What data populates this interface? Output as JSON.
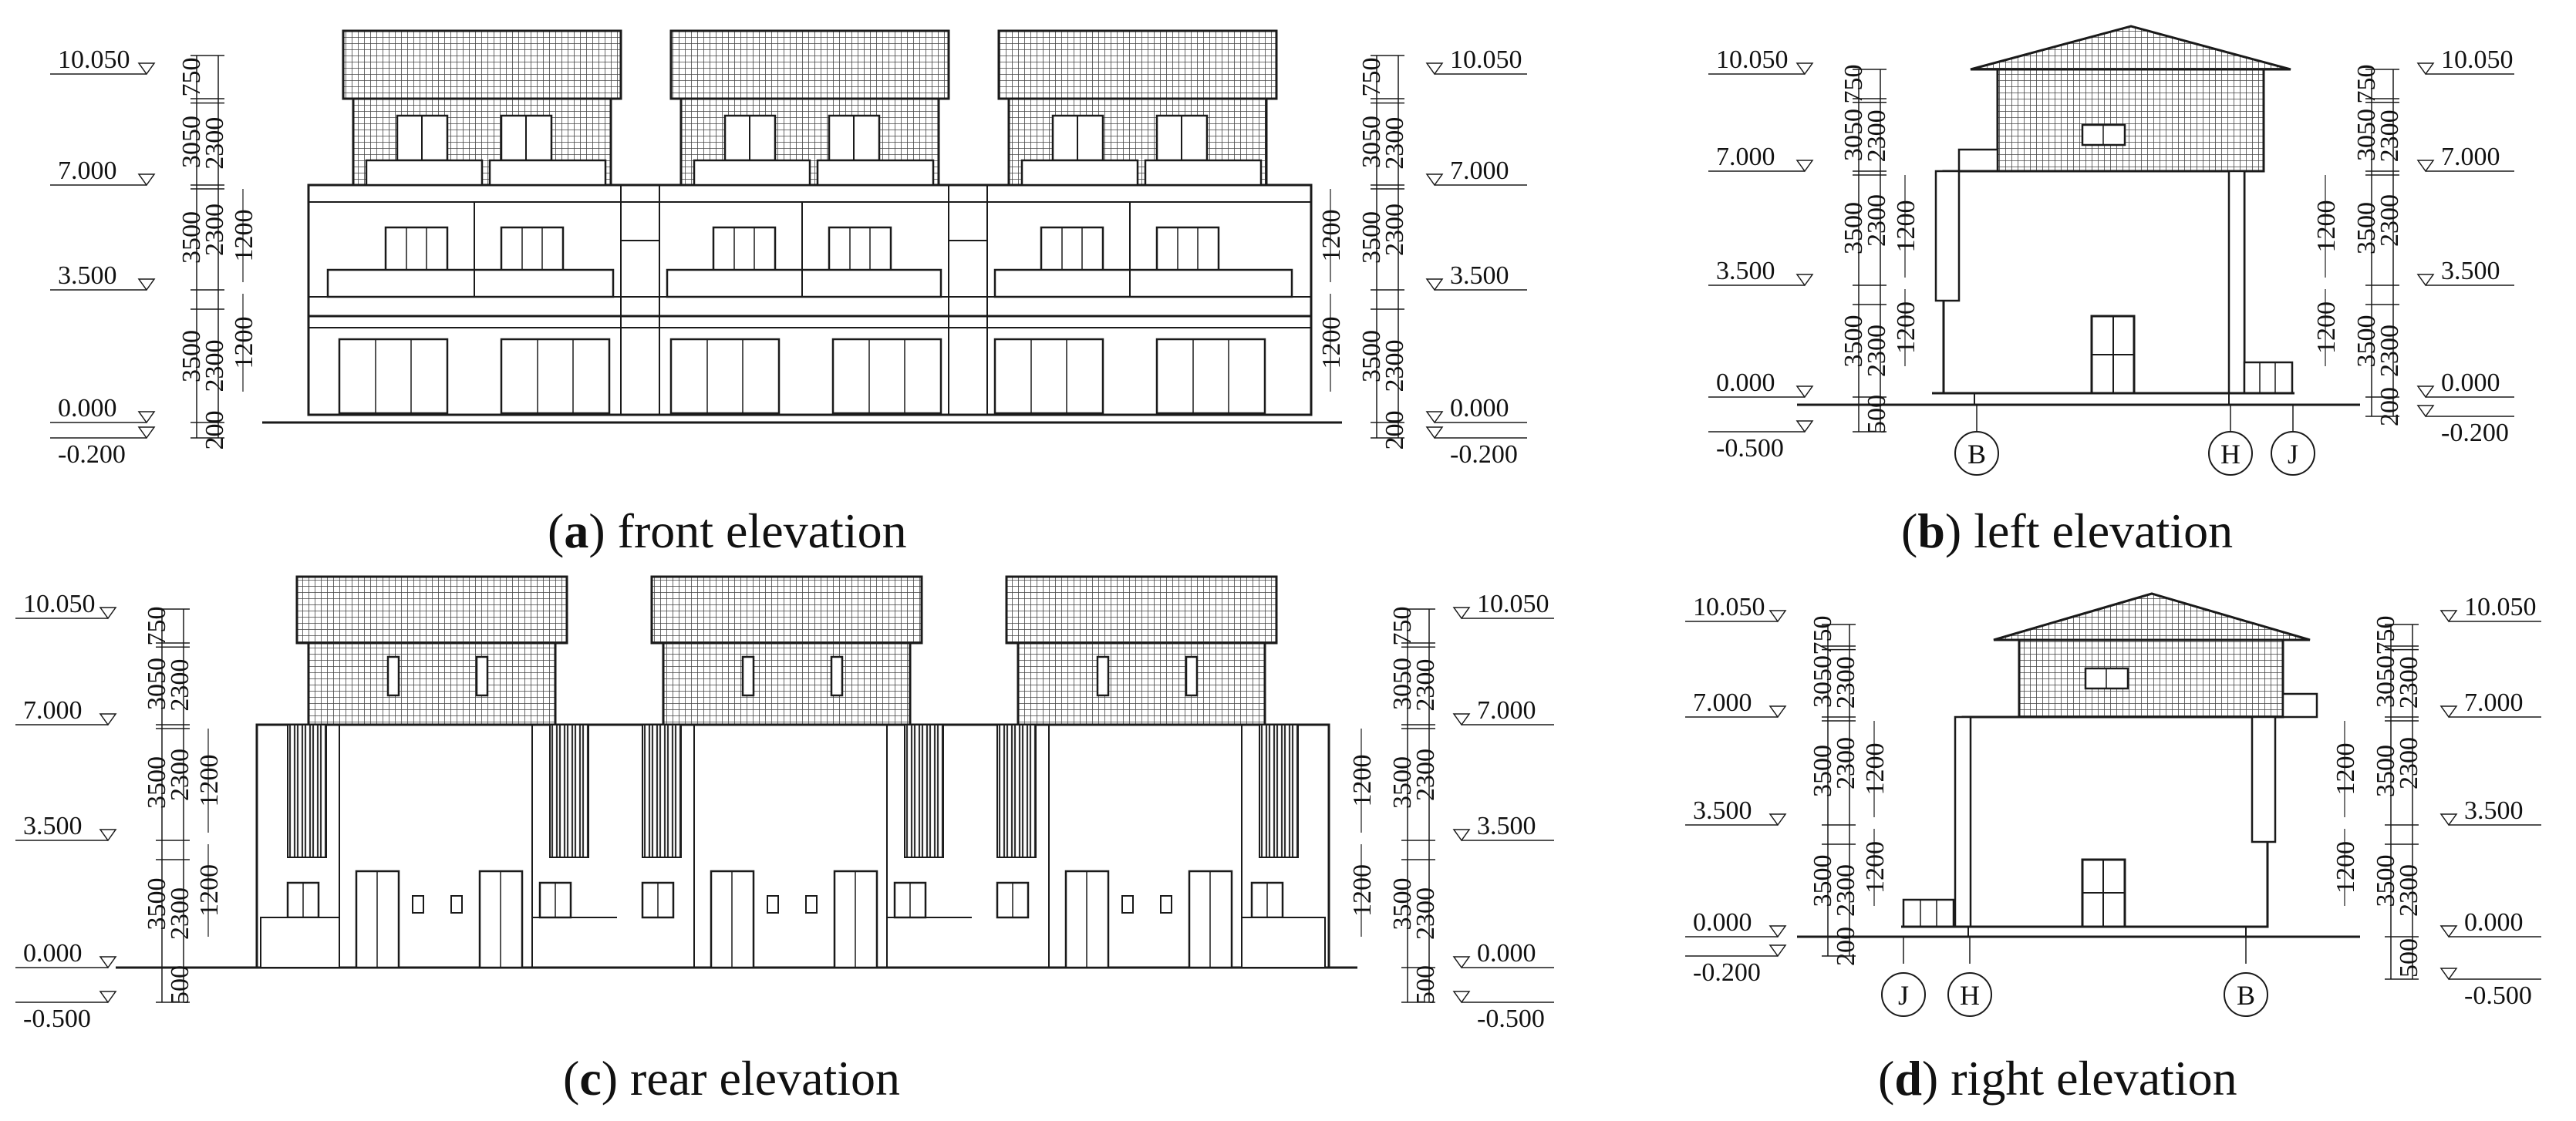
{
  "panels": [
    {
      "id": "a",
      "caption_letter": "a",
      "caption_text": ") front elevation",
      "left_levels": [
        "10.050",
        "7.000",
        "3.500",
        "0.000",
        "-0.200"
      ],
      "left_dims": [
        "750",
        "3050",
        "2300",
        "3500",
        "2300",
        "3500",
        "2300",
        "200"
      ],
      "left_extra": [
        "1200",
        "1200"
      ],
      "right_levels": [
        "10.050",
        "7.000",
        "3.500",
        "0.000",
        "-0.200"
      ],
      "right_dims": [
        "750",
        "3050",
        "2300",
        "3500",
        "2300",
        "3500",
        "2300",
        "200"
      ],
      "right_extra": [
        "1200",
        "1200"
      ]
    },
    {
      "id": "b",
      "caption_letter": "b",
      "caption_text": ") left elevation",
      "left_levels": [
        "10.050",
        "7.000",
        "3.500",
        "0.000",
        "-0.500"
      ],
      "left_dims": [
        "750",
        "3050",
        "2300",
        "3500",
        "2300",
        "3500",
        "2300",
        "500"
      ],
      "left_extra": [
        "1200",
        "1200"
      ],
      "right_levels": [
        "10.050",
        "7.000",
        "3.500",
        "0.000",
        "-0.200"
      ],
      "right_dims": [
        "750",
        "3050",
        "2300",
        "3500",
        "2300",
        "3500",
        "2300",
        "200"
      ],
      "right_extra": [
        "1200",
        "1200"
      ],
      "axes": [
        "B",
        "H",
        "J"
      ]
    },
    {
      "id": "c",
      "caption_letter": "c",
      "caption_text": ") rear elevation",
      "left_levels": [
        "10.050",
        "7.000",
        "3.500",
        "0.000",
        "-0.500"
      ],
      "left_dims": [
        "750",
        "3050",
        "2300",
        "3500",
        "2300",
        "3500",
        "2300",
        "500"
      ],
      "left_extra": [
        "1200",
        "1200"
      ],
      "right_levels": [
        "10.050",
        "7.000",
        "3.500",
        "0.000",
        "-0.500"
      ],
      "right_dims": [
        "750",
        "3050",
        "2300",
        "3500",
        "2300",
        "3500",
        "2300",
        "500"
      ],
      "right_extra": [
        "1200",
        "1200"
      ]
    },
    {
      "id": "d",
      "caption_letter": "d",
      "caption_text": ") right elevation",
      "left_levels": [
        "10.050",
        "7.000",
        "3.500",
        "0.000",
        "-0.200"
      ],
      "left_dims": [
        "750",
        "3050",
        "2300",
        "3500",
        "2300",
        "3500",
        "2300",
        "200"
      ],
      "left_extra": [
        "1200",
        "1200"
      ],
      "right_levels": [
        "10.050",
        "7.000",
        "3.500",
        "0.000",
        "-0.500"
      ],
      "right_dims": [
        "750",
        "3050",
        "2300",
        "3500",
        "2300",
        "3500",
        "2300",
        "500"
      ],
      "right_extra": [
        "1200",
        "1200"
      ],
      "axes": [
        "J",
        "H",
        "B"
      ]
    }
  ],
  "colors": {
    "line": "#1a1a1a",
    "background": "#ffffff"
  }
}
